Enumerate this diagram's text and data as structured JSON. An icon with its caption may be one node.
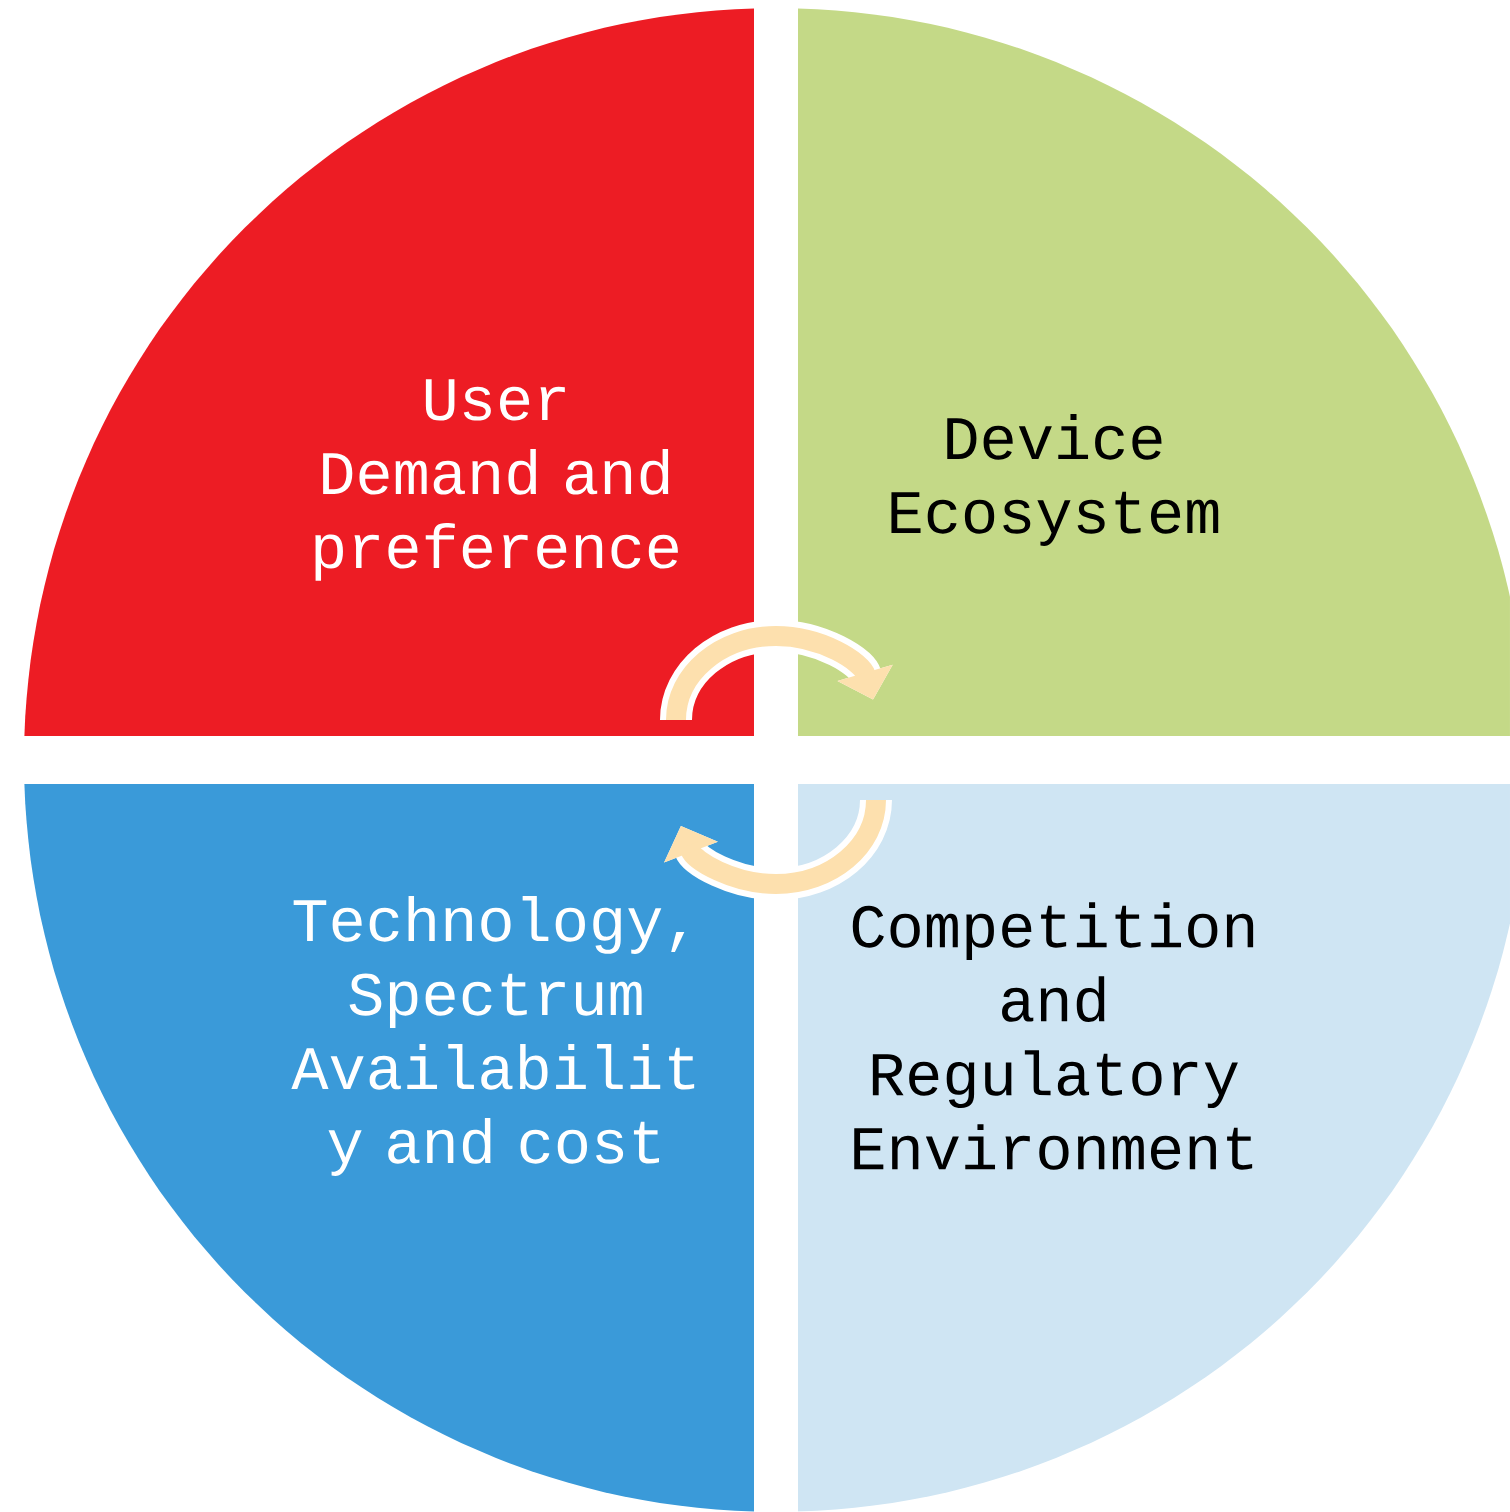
{
  "diagram": {
    "nodes": [
      {
        "text": [
          "User Demand and preference"
        ]
      },
      {
        "text": [
          "Device Ecosystem"
        ]
      },
      {
        "text": [
          "Technology, Spectrum Availabilit y and cost"
        ]
      },
      {
        "text": [
          "Competition and Regulatory Environment"
        ]
      }
    ],
    "edges": [
      {
        "from": 0,
        "to": 1,
        "arrow": "to"
      },
      {
        "from": 3,
        "to": 2,
        "arrow": "to"
      }
    ]
  }
}
